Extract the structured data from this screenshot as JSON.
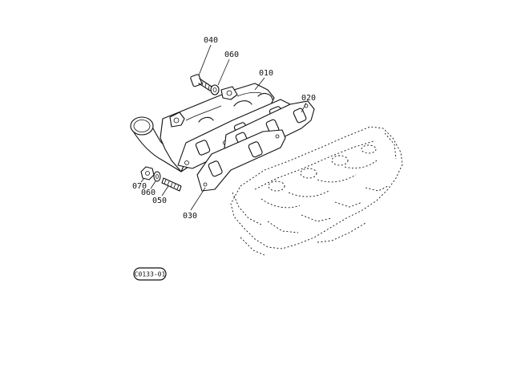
{
  "diagram": {
    "ref_code": "C0133-01",
    "parts": [
      {
        "label": "040",
        "name": "bolt"
      },
      {
        "label": "060",
        "name": "washer"
      },
      {
        "label": "010",
        "name": "exhaust manifold"
      },
      {
        "label": "020",
        "name": "gasket"
      },
      {
        "label": "030",
        "name": "gasket"
      },
      {
        "label": "070",
        "name": "nut"
      },
      {
        "label": "060",
        "name": "washer"
      },
      {
        "label": "050",
        "name": "stud bolt"
      }
    ]
  }
}
